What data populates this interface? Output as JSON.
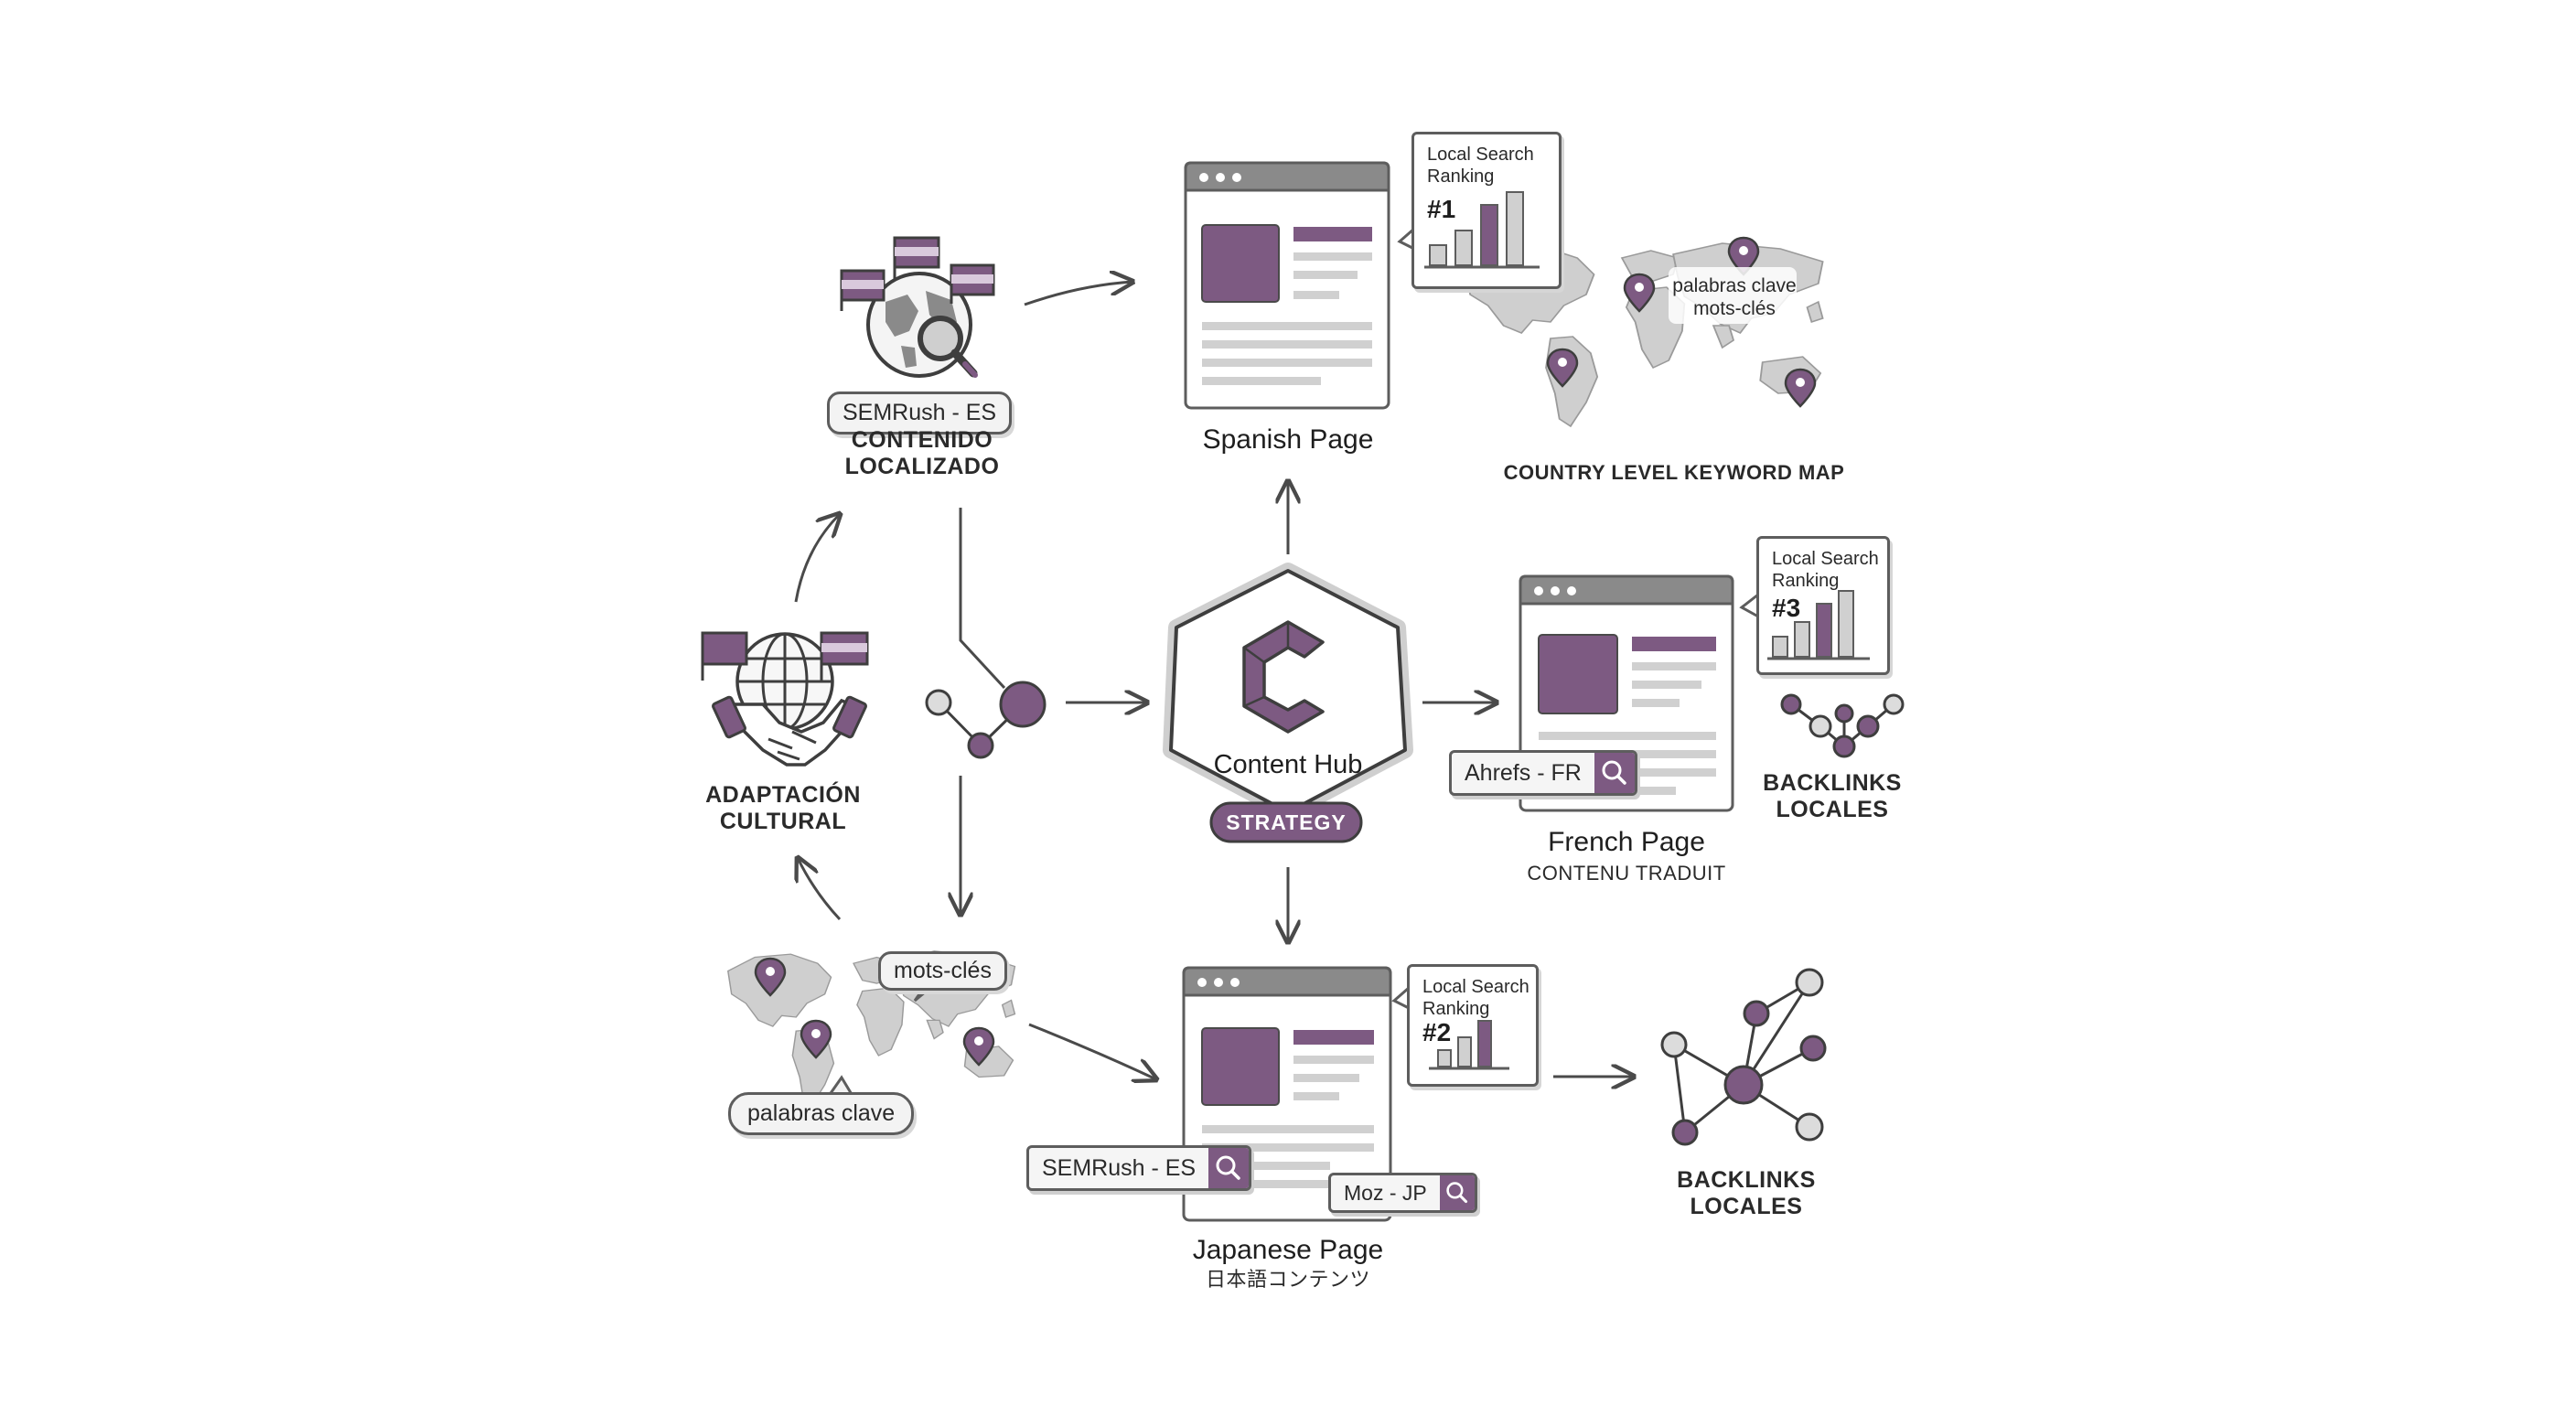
{
  "colors": {
    "accent": "#7d5a82",
    "line": "#5d5d5d",
    "map": "#cfcfcf"
  },
  "hub": {
    "title": "Content Hub",
    "badge": "STRATEGY"
  },
  "semrush_es": {
    "tool": "SEMRush - ES",
    "line1": "CONTENIDO",
    "line2": "LOCALIZADO"
  },
  "adaptacion": {
    "line1": "ADAPTACIÓN",
    "line2": "CULTURAL"
  },
  "spanish": {
    "title": "Spanish Page",
    "rank_label_1": "Local Search",
    "rank_label_2": "Ranking",
    "rank": "#1"
  },
  "keyword_map": {
    "caption": "COUNTRY LEVEL KEYWORD MAP",
    "kw1": "palabras clave",
    "kw2": "mots-clés"
  },
  "french": {
    "title": "French Page",
    "subtitle": "CONTENU TRADUIT",
    "rank_label_1": "Local Search",
    "rank_label_2": "Ranking",
    "rank": "#3",
    "search": "Ahrefs - FR"
  },
  "backlinks_fr": {
    "line1": "BACKLINKS",
    "line2": "LOCALES"
  },
  "japanese": {
    "title": "Japanese Page",
    "subtitle": "日本語コンテンツ",
    "rank_label_1": "Local Search",
    "rank_label_2": "Ranking",
    "rank": "#2",
    "search1": "SEMRush - ES",
    "search2": "Moz - JP"
  },
  "bottom_map": {
    "kw1": "mots-clés",
    "kw2": "palabras clave"
  },
  "backlinks_jp": {
    "line1": "BACKLINKS",
    "line2": "LOCALES"
  }
}
